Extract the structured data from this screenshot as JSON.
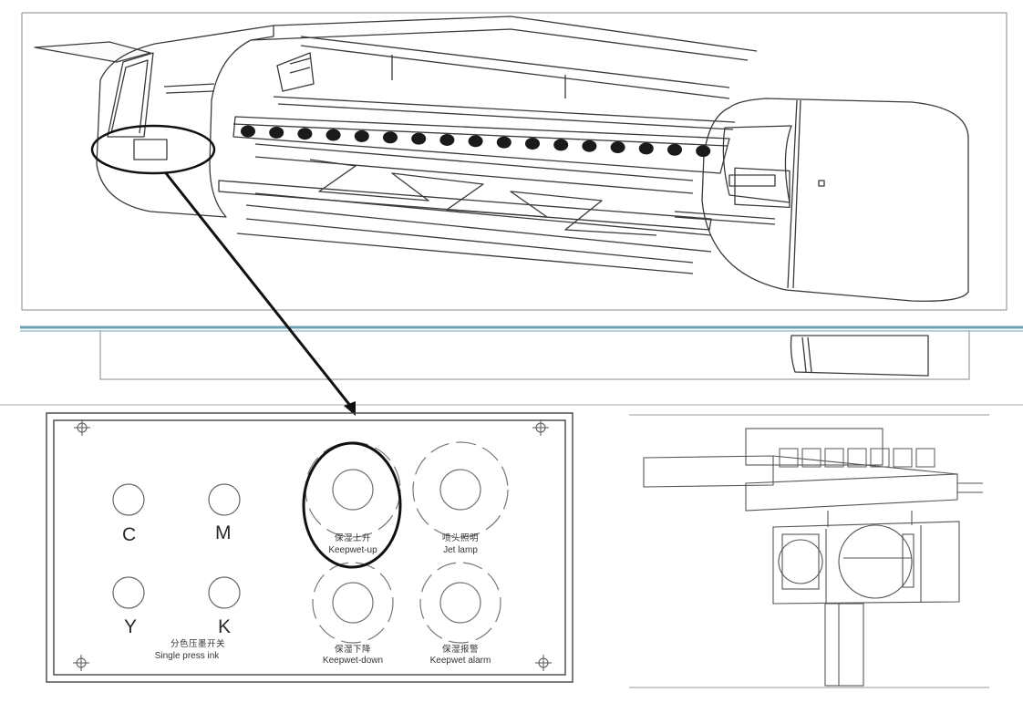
{
  "panel": {
    "ink_keys": [
      "C",
      "M",
      "Y",
      "K"
    ],
    "ink_switch": {
      "cn": "分色压墨开关",
      "en": "Single press ink"
    },
    "keepwet_up": {
      "cn": "保湿上升",
      "en": "Keepwet-up"
    },
    "jet_lamp": {
      "cn": "喷头照明",
      "en": "Jet lamp"
    },
    "keepwet_down": {
      "cn": "保湿下降",
      "en": "Keepwet-down"
    },
    "keepwet_alarm": {
      "cn": "保湿报警",
      "en": "Keepwet alarm"
    }
  },
  "colors": {
    "line": "#3a3a3a",
    "divider": "#7aa6b6"
  }
}
